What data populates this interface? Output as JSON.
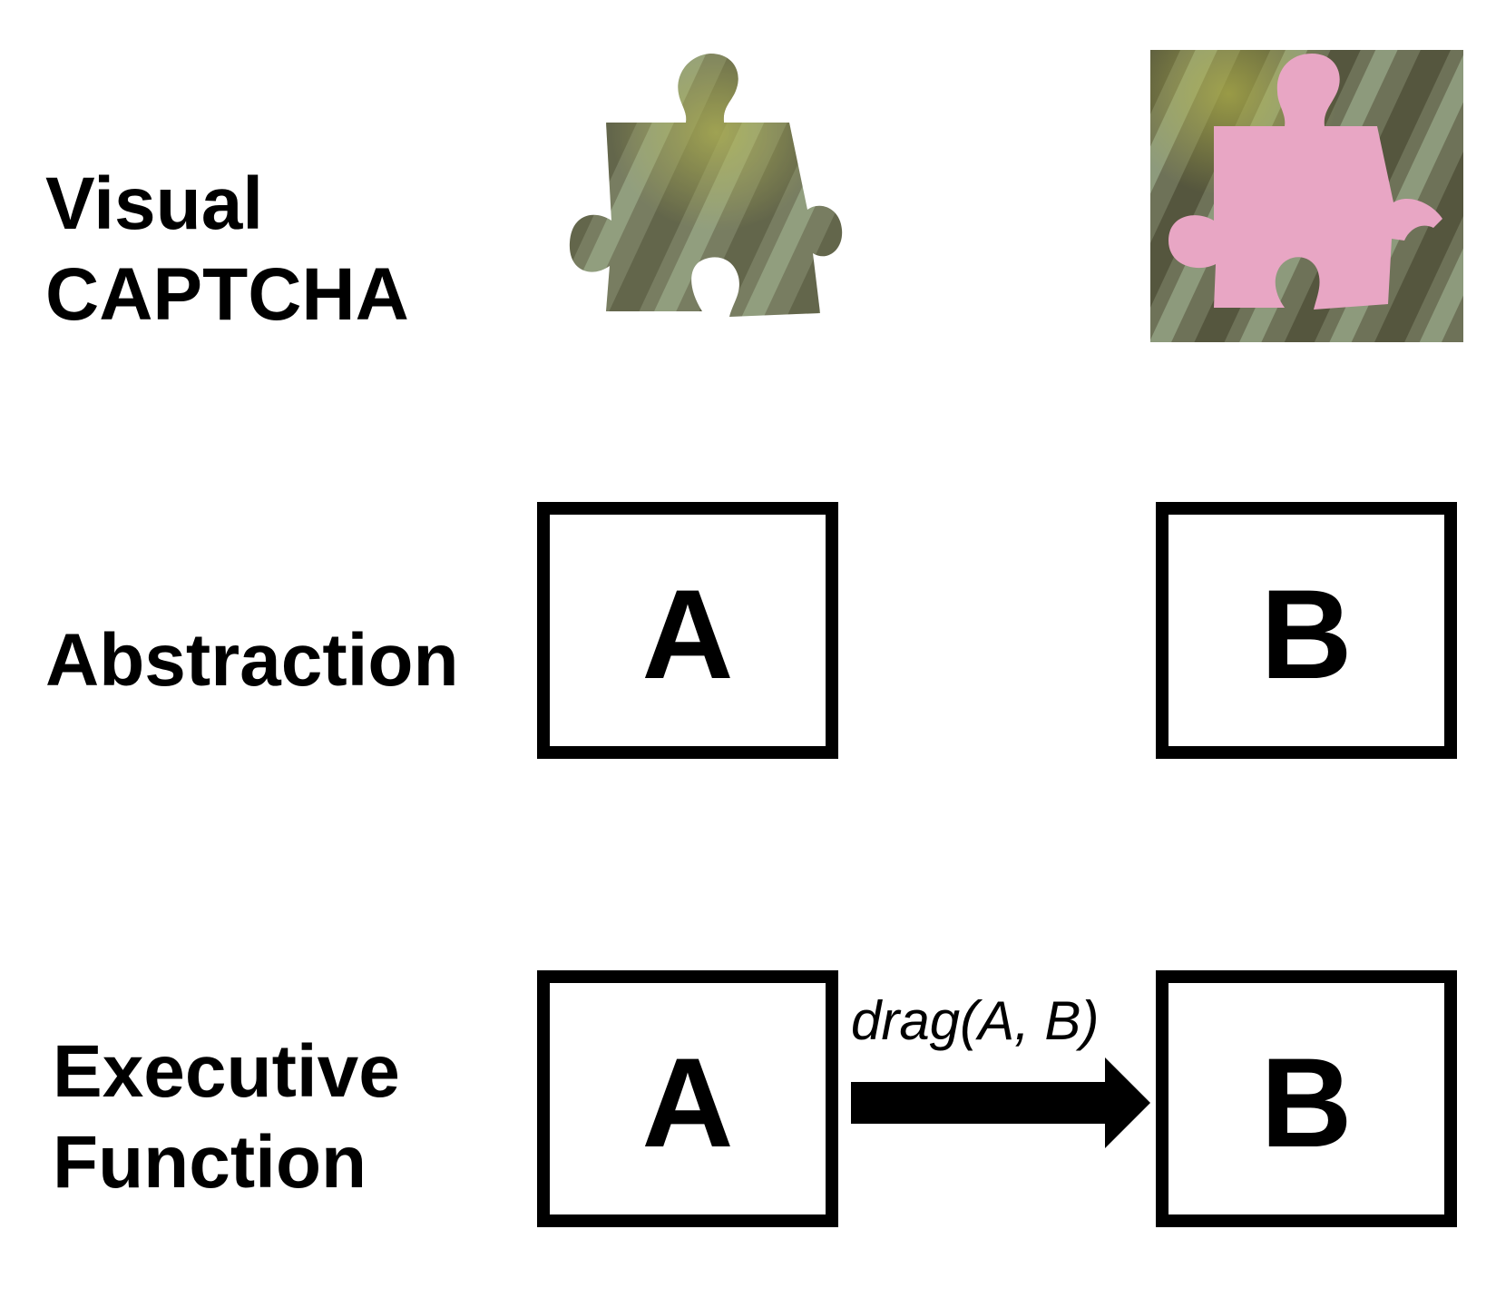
{
  "rows": [
    {
      "label_lines": [
        "Visual",
        "CAPTCHA"
      ]
    },
    {
      "label_lines": [
        "Abstraction"
      ],
      "source": "A",
      "target": "B"
    },
    {
      "label_lines": [
        "Executive",
        "Function"
      ],
      "source": "A",
      "target": "B",
      "action": "drag(A, B)"
    }
  ],
  "captcha": {
    "piece": "jigsaw-piece-image",
    "target": "jigsaw-target-slot-image",
    "colors": {
      "stripe_dark": "#55563e",
      "stripe_light": "#8a9a78",
      "stripe_olive": "#9aa25a",
      "slot_pink": "#e8a6c4"
    }
  }
}
